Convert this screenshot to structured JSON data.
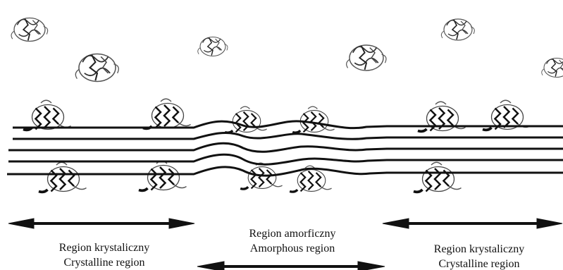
{
  "regions": {
    "left": {
      "label_pl": "Region krystaliczny",
      "label_en": "Crystalline region"
    },
    "middle": {
      "label_pl": "Region amorficzny",
      "label_en": "Amorphous region"
    },
    "right": {
      "label_pl": "Region krystaliczny",
      "label_en": "Crystalline region"
    }
  },
  "colors": {
    "ink": "#111111",
    "protein": "#2a2a2a",
    "background": "#ffffff"
  }
}
